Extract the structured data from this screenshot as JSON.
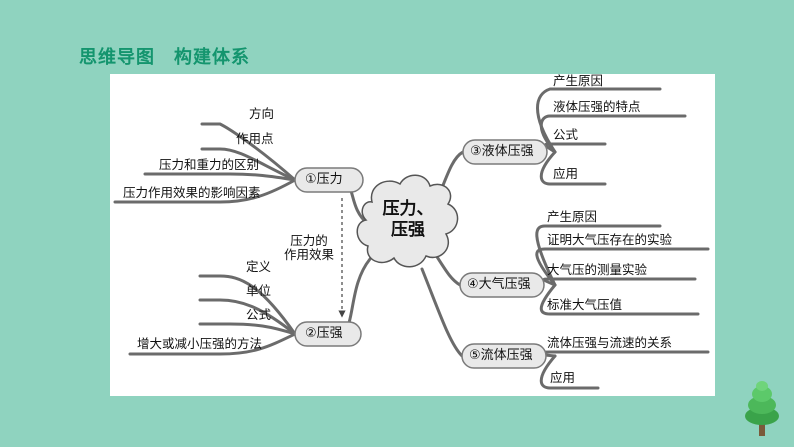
{
  "title": "思维导图　构建体系",
  "center": {
    "line1": "压力、",
    "line2": "压强"
  },
  "branches": {
    "b1": {
      "label": "①压力",
      "items": [
        "方向",
        "作用点",
        "压力和重力的区别",
        "压力作用效果的影响因素"
      ]
    },
    "b2": {
      "label": "②压强",
      "items": [
        "定义",
        "单位",
        "公式",
        "增大或减小压强的方法"
      ]
    },
    "b3": {
      "label": "③液体压强",
      "items": [
        "产生原因",
        "液体压强的特点",
        "公式",
        "应用"
      ]
    },
    "b4": {
      "label": "④大气压强",
      "items": [
        "产生原因",
        "证明大气压存在的实验",
        "大气压的测量实验",
        "标准大气压值"
      ]
    },
    "b5": {
      "label": "⑤流体压强",
      "items": [
        "流体压强与流速的关系",
        "应用"
      ]
    }
  },
  "link": {
    "line1": "压力的",
    "line2": "作用效果"
  },
  "colors": {
    "background": "#8fd3bf",
    "title": "#14956e",
    "branch": "#6b6b6b",
    "node_fill": "#e9e9e9",
    "tree_leaf": "#3aa34a"
  }
}
